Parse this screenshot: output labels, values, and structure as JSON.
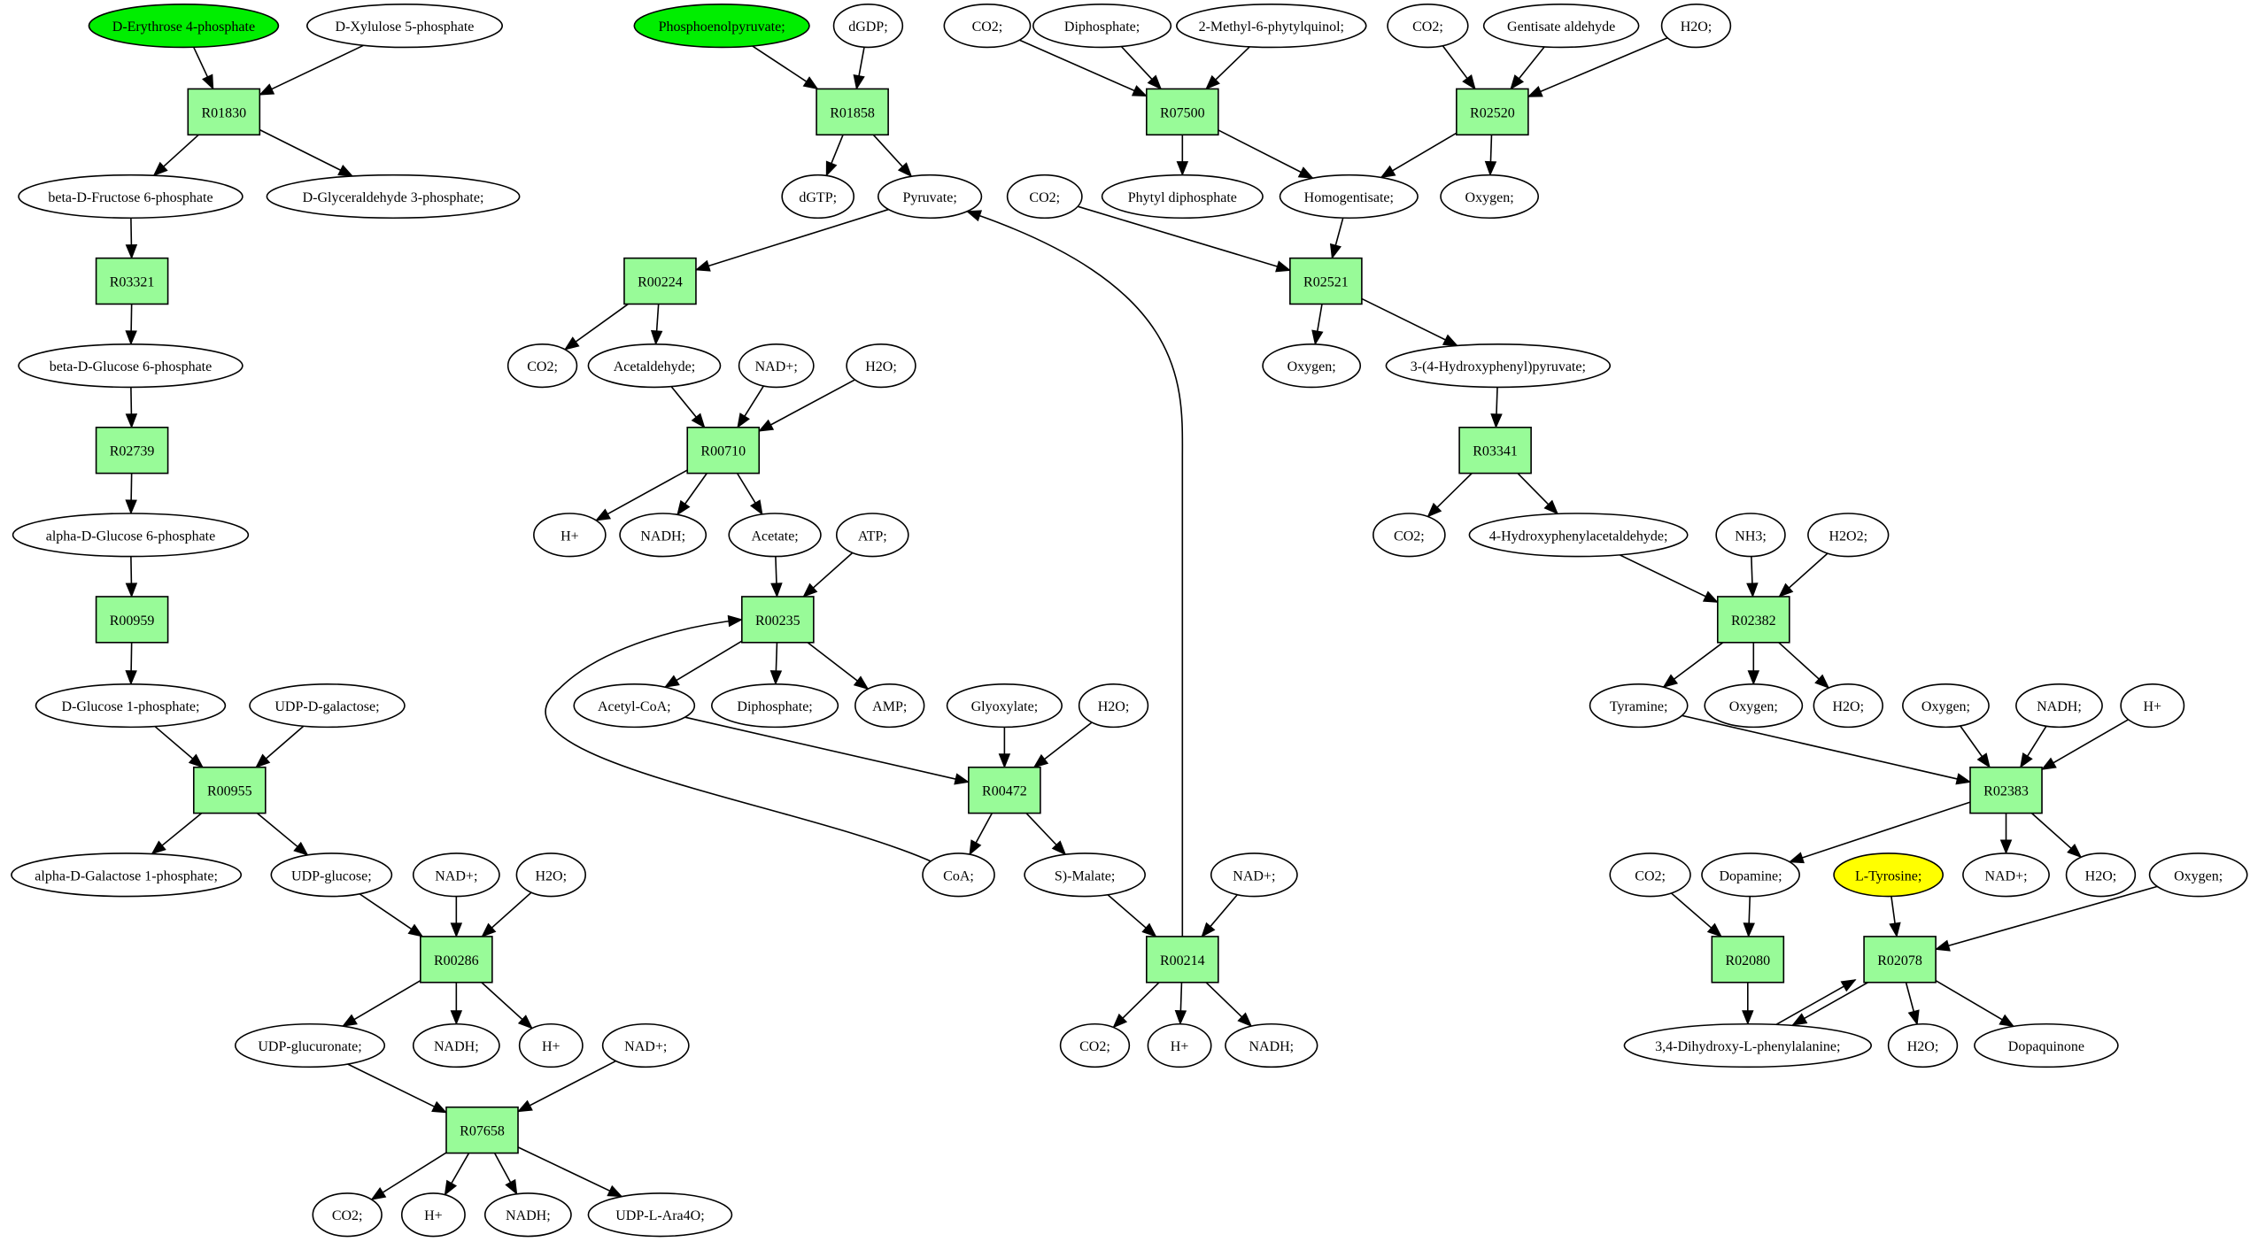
{
  "diagram": {
    "type": "metabolic-pathway-graph",
    "colors": {
      "reaction_fill": "#98fb98",
      "start_metabolite_fill": "#00ee00",
      "target_metabolite_fill": "#ffff00",
      "metabolite_fill": "#ffffff"
    },
    "reactions": [
      "R01830",
      "R01858",
      "R07500",
      "R02520",
      "R03321",
      "R00224",
      "R02521",
      "R02739",
      "R00710",
      "R03341",
      "R00959",
      "R00235",
      "R02382",
      "R00955",
      "R00472",
      "R02383",
      "R00286",
      "R00214",
      "R02080",
      "R02078",
      "R07658"
    ],
    "metabolites": [
      {
        "id": "m1",
        "label": "D-Erythrose 4-phosphate",
        "role": "start"
      },
      {
        "id": "m2",
        "label": "D-Xylulose 5-phosphate"
      },
      {
        "id": "m3",
        "label": "Phosphoenolpyruvate;",
        "role": "start"
      },
      {
        "id": "m4",
        "label": "dGDP;"
      },
      {
        "id": "m5",
        "label": "CO2;"
      },
      {
        "id": "m6",
        "label": "Diphosphate;"
      },
      {
        "id": "m7",
        "label": "2-Methyl-6-phytylquinol;"
      },
      {
        "id": "m8",
        "label": "CO2;"
      },
      {
        "id": "m9",
        "label": "Gentisate aldehyde"
      },
      {
        "id": "m10",
        "label": "H2O;"
      },
      {
        "id": "m11",
        "label": "beta-D-Fructose 6-phosphate"
      },
      {
        "id": "m12",
        "label": "D-Glyceraldehyde 3-phosphate;"
      },
      {
        "id": "m13",
        "label": "dGTP;"
      },
      {
        "id": "m14",
        "label": "Pyruvate;"
      },
      {
        "id": "m15",
        "label": "CO2;"
      },
      {
        "id": "m16",
        "label": "Phytyl diphosphate"
      },
      {
        "id": "m17",
        "label": "Homogentisate;"
      },
      {
        "id": "m18",
        "label": "Oxygen;"
      },
      {
        "id": "m19",
        "label": "beta-D-Glucose 6-phosphate"
      },
      {
        "id": "m20",
        "label": "CO2;"
      },
      {
        "id": "m21",
        "label": "Acetaldehyde;"
      },
      {
        "id": "m22",
        "label": "NAD+;"
      },
      {
        "id": "m23",
        "label": "H2O;"
      },
      {
        "id": "m24",
        "label": "Oxygen;"
      },
      {
        "id": "m25",
        "label": "3-(4-Hydroxyphenyl)pyruvate;"
      },
      {
        "id": "m26",
        "label": "alpha-D-Glucose 6-phosphate"
      },
      {
        "id": "m27",
        "label": "H+"
      },
      {
        "id": "m28",
        "label": "NADH;"
      },
      {
        "id": "m29",
        "label": "Acetate;"
      },
      {
        "id": "m30",
        "label": "ATP;"
      },
      {
        "id": "m31",
        "label": "CO2;"
      },
      {
        "id": "m32",
        "label": "4-Hydroxyphenylacetaldehyde;"
      },
      {
        "id": "m33",
        "label": "NH3;"
      },
      {
        "id": "m34",
        "label": "H2O2;"
      },
      {
        "id": "m35",
        "label": "D-Glucose 1-phosphate;"
      },
      {
        "id": "m36",
        "label": "UDP-D-galactose;"
      },
      {
        "id": "m37",
        "label": "Acetyl-CoA;"
      },
      {
        "id": "m38",
        "label": "Diphosphate;"
      },
      {
        "id": "m39",
        "label": "AMP;"
      },
      {
        "id": "m40",
        "label": "Glyoxylate;"
      },
      {
        "id": "m41",
        "label": "H2O;"
      },
      {
        "id": "m42",
        "label": "Tyramine;"
      },
      {
        "id": "m43",
        "label": "Oxygen;"
      },
      {
        "id": "m44",
        "label": "H2O;"
      },
      {
        "id": "m45",
        "label": "Oxygen;"
      },
      {
        "id": "m46",
        "label": "NADH;"
      },
      {
        "id": "m47",
        "label": "H+"
      },
      {
        "id": "m48",
        "label": "alpha-D-Galactose 1-phosphate;"
      },
      {
        "id": "m49",
        "label": "UDP-glucose;"
      },
      {
        "id": "m50",
        "label": "NAD+;"
      },
      {
        "id": "m51",
        "label": "H2O;"
      },
      {
        "id": "m52",
        "label": "CoA;"
      },
      {
        "id": "m53",
        "label": "S)-Malate;"
      },
      {
        "id": "m54",
        "label": "NAD+;"
      },
      {
        "id": "m55",
        "label": "CO2;"
      },
      {
        "id": "m56",
        "label": "Dopamine;"
      },
      {
        "id": "m57",
        "label": "L-Tyrosine;",
        "role": "target"
      },
      {
        "id": "m58",
        "label": "NAD+;"
      },
      {
        "id": "m59",
        "label": "H2O;"
      },
      {
        "id": "m60",
        "label": "Oxygen;"
      },
      {
        "id": "m61",
        "label": "UDP-glucuronate;"
      },
      {
        "id": "m62",
        "label": "NADH;"
      },
      {
        "id": "m63",
        "label": "H+"
      },
      {
        "id": "m64",
        "label": "NAD+;"
      },
      {
        "id": "m65",
        "label": "CO2;"
      },
      {
        "id": "m66",
        "label": "H+"
      },
      {
        "id": "m67",
        "label": "NADH;"
      },
      {
        "id": "m68",
        "label": "3,4-Dihydroxy-L-phenylalanine;"
      },
      {
        "id": "m69",
        "label": "H2O;"
      },
      {
        "id": "m70",
        "label": "Dopaquinone"
      },
      {
        "id": "m71",
        "label": "CO2;"
      },
      {
        "id": "m72",
        "label": "H+"
      },
      {
        "id": "m73",
        "label": "NADH;"
      },
      {
        "id": "m74",
        "label": "UDP-L-Ara4O;"
      }
    ],
    "edges": [
      [
        "m1",
        "R01830"
      ],
      [
        "m2",
        "R01830"
      ],
      [
        "R01830",
        "m11"
      ],
      [
        "R01830",
        "m12"
      ],
      [
        "m11",
        "R03321"
      ],
      [
        "R03321",
        "m19"
      ],
      [
        "m19",
        "R02739"
      ],
      [
        "R02739",
        "m26"
      ],
      [
        "m26",
        "R00959"
      ],
      [
        "R00959",
        "m35"
      ],
      [
        "m35",
        "R00955"
      ],
      [
        "m36",
        "R00955"
      ],
      [
        "R00955",
        "m48"
      ],
      [
        "R00955",
        "m49"
      ],
      [
        "m49",
        "R00286"
      ],
      [
        "m50",
        "R00286"
      ],
      [
        "m51",
        "R00286"
      ],
      [
        "R00286",
        "m61"
      ],
      [
        "R00286",
        "m62"
      ],
      [
        "R00286",
        "m63"
      ],
      [
        "m61",
        "R07658"
      ],
      [
        "m64",
        "R07658"
      ],
      [
        "R07658",
        "m71"
      ],
      [
        "R07658",
        "m72"
      ],
      [
        "R07658",
        "m73"
      ],
      [
        "R07658",
        "m74"
      ],
      [
        "m3",
        "R01858"
      ],
      [
        "m4",
        "R01858"
      ],
      [
        "R01858",
        "m13"
      ],
      [
        "R01858",
        "m14"
      ],
      [
        "m14",
        "R00224"
      ],
      [
        "R00224",
        "m20"
      ],
      [
        "R00224",
        "m21"
      ],
      [
        "m21",
        "R00710"
      ],
      [
        "m22",
        "R00710"
      ],
      [
        "m23",
        "R00710"
      ],
      [
        "R00710",
        "m27"
      ],
      [
        "R00710",
        "m28"
      ],
      [
        "R00710",
        "m29"
      ],
      [
        "m29",
        "R00235"
      ],
      [
        "m30",
        "R00235"
      ],
      [
        "R00235",
        "m37"
      ],
      [
        "R00235",
        "m38"
      ],
      [
        "R00235",
        "m39"
      ],
      [
        "m37",
        "R00472"
      ],
      [
        "m40",
        "R00472"
      ],
      [
        "m41",
        "R00472"
      ],
      [
        "R00472",
        "m52"
      ],
      [
        "R00472",
        "m53"
      ],
      [
        "m52",
        "R00235"
      ],
      [
        "m53",
        "R00214"
      ],
      [
        "m54",
        "R00214"
      ],
      [
        "R00214",
        "m65"
      ],
      [
        "R00214",
        "m66"
      ],
      [
        "R00214",
        "m67"
      ],
      [
        "R00214",
        "m14"
      ],
      [
        "m5",
        "R07500"
      ],
      [
        "m6",
        "R07500"
      ],
      [
        "m7",
        "R07500"
      ],
      [
        "R07500",
        "m16"
      ],
      [
        "R07500",
        "m17"
      ],
      [
        "m8",
        "R02520"
      ],
      [
        "m9",
        "R02520"
      ],
      [
        "m10",
        "R02520"
      ],
      [
        "R02520",
        "m17"
      ],
      [
        "R02520",
        "m18"
      ],
      [
        "m15",
        "R02521"
      ],
      [
        "m17",
        "R02521"
      ],
      [
        "R02521",
        "m24"
      ],
      [
        "R02521",
        "m25"
      ],
      [
        "m25",
        "R03341"
      ],
      [
        "R03341",
        "m31"
      ],
      [
        "R03341",
        "m32"
      ],
      [
        "m32",
        "R02382"
      ],
      [
        "m33",
        "R02382"
      ],
      [
        "m34",
        "R02382"
      ],
      [
        "R02382",
        "m42"
      ],
      [
        "R02382",
        "m43"
      ],
      [
        "R02382",
        "m44"
      ],
      [
        "m42",
        "R02383"
      ],
      [
        "m45",
        "R02383"
      ],
      [
        "m46",
        "R02383"
      ],
      [
        "m47",
        "R02383"
      ],
      [
        "R02383",
        "m56"
      ],
      [
        "R02383",
        "m58"
      ],
      [
        "R02383",
        "m59"
      ],
      [
        "m55",
        "R02080"
      ],
      [
        "m56",
        "R02080"
      ],
      [
        "R02080",
        "m68"
      ],
      [
        "m57",
        "R02078"
      ],
      [
        "m60",
        "R02078"
      ],
      [
        "m68",
        "R02078"
      ],
      [
        "R02078",
        "m68"
      ],
      [
        "R02078",
        "m69"
      ],
      [
        "R02078",
        "m70"
      ]
    ]
  }
}
